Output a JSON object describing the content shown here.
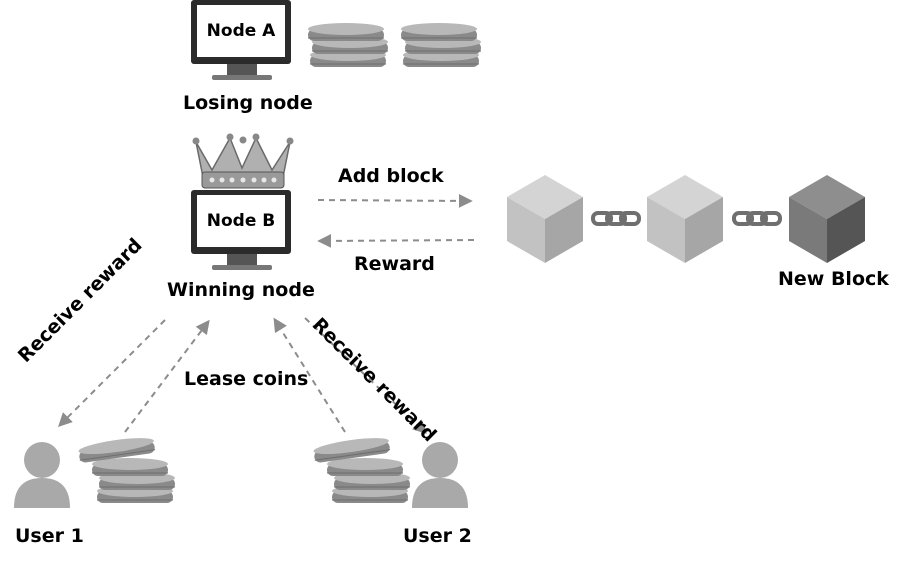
{
  "nodes": {
    "node_a": {
      "name": "Node A",
      "caption": "Losing node"
    },
    "node_b": {
      "name": "Node B",
      "caption": "Winning node"
    }
  },
  "arrows": {
    "add_block": "Add block",
    "reward": "Reward",
    "lease_coins": "Lease coins",
    "receive_reward_left": "Receive reward",
    "receive_reward_right": "Receive reward"
  },
  "chain": {
    "new_block": "New Block"
  },
  "users": {
    "user1": "User 1",
    "user2": "User 2"
  }
}
